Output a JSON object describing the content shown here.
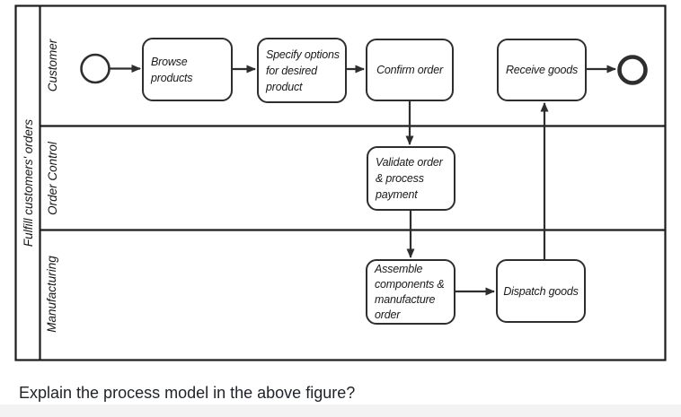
{
  "figure": {
    "pool_label": "Fulfill customers' orders",
    "lanes": [
      {
        "id": "customer",
        "label": "Customer"
      },
      {
        "id": "order-control",
        "label": "Order Control"
      },
      {
        "id": "manufacturing",
        "label": "Manufacturing"
      }
    ],
    "tasks": [
      {
        "id": "browse-products",
        "lane": "customer",
        "label": "Browse\nproducts"
      },
      {
        "id": "specify-options",
        "lane": "customer",
        "label": "Specify options\nfor desired\nproduct"
      },
      {
        "id": "confirm-order",
        "lane": "customer",
        "label": "Confirm order"
      },
      {
        "id": "receive-goods",
        "lane": "customer",
        "label": "Receive goods"
      },
      {
        "id": "validate-order",
        "lane": "order-control",
        "label": "Validate order\n& process\npayment"
      },
      {
        "id": "assemble-order",
        "lane": "manufacturing",
        "label": "Assemble\ncomponents &\nmanufacture\norder"
      },
      {
        "id": "dispatch-goods",
        "lane": "manufacturing",
        "label": "Dispatch goods"
      }
    ],
    "events": [
      {
        "id": "start-event",
        "type": "start"
      },
      {
        "id": "end-event",
        "type": "end"
      }
    ],
    "flows": [
      "start-event -> browse-products",
      "browse-products -> specify-options",
      "specify-options -> confirm-order",
      "confirm-order -> validate-order",
      "validate-order -> assemble-order",
      "assemble-order -> dispatch-goods",
      "dispatch-goods -> receive-goods",
      "receive-goods -> end-event"
    ]
  },
  "question": {
    "text": "Explain the process model in the above figure?"
  },
  "colors": {
    "diagram_stroke": "#2e2e2e",
    "pool_stroke": "#1c1c1c",
    "question_text": "#20242a",
    "footer_strip": "#f3f3f4"
  }
}
